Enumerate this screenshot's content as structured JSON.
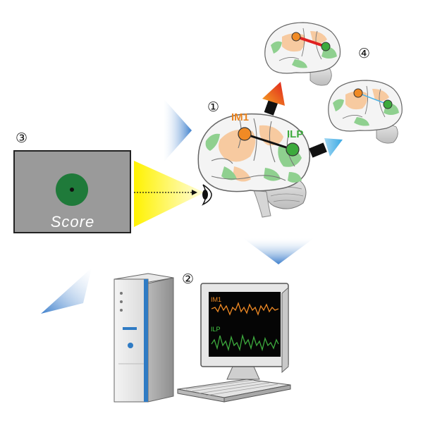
{
  "markers": {
    "step1": "①",
    "step2": "②",
    "step3": "③",
    "step4": "④"
  },
  "feedback_screen": {
    "label": "Score"
  },
  "brain": {
    "region1": "IM1",
    "region2": "ILP"
  },
  "monitor": {
    "trace1": "IM1",
    "trace2": "ILP"
  },
  "colors": {
    "im1": "#f08a24",
    "ilp": "#3daa3d",
    "increase_link": "#e02020",
    "decrease_link": "#4fb4e8",
    "screen_gray": "#9a9a9a",
    "target_green": "#1f7a3a"
  }
}
